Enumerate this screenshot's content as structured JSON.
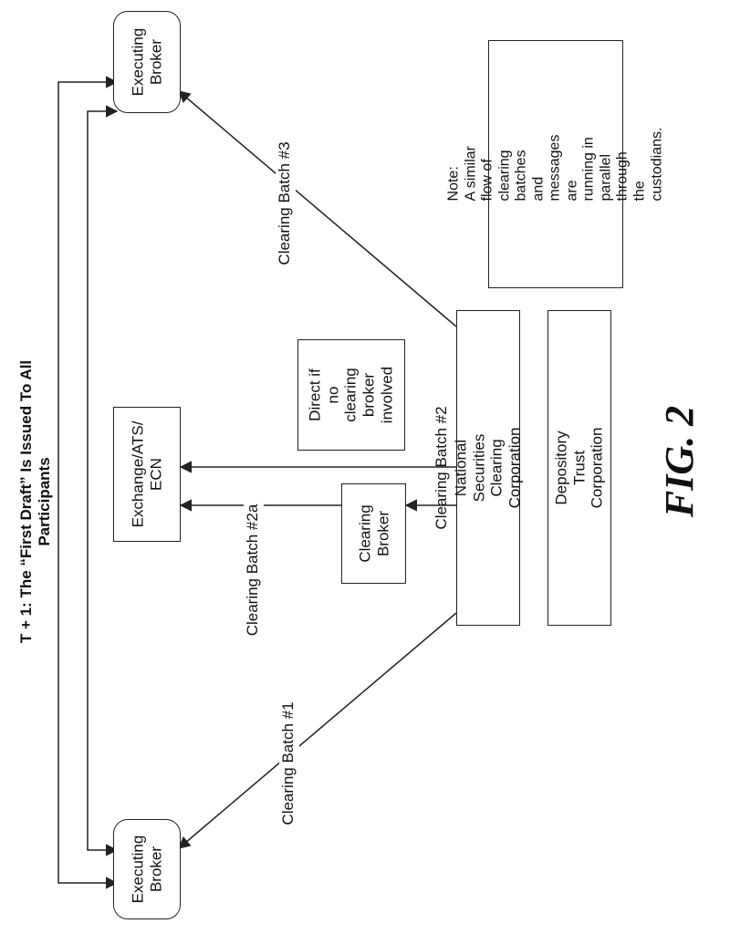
{
  "title": "T + 1: The “First Draft” Is Issued To All\nParticipants",
  "figure_label": "FIG. 2",
  "nodes": {
    "executing_broker_bottom": "Executing\nBroker",
    "executing_broker_top": "Executing\nBroker",
    "exchange": "Exchange/ATS/\nECN",
    "clearing_broker": "Clearing\nBroker",
    "nscc": "National Securities Clearing\nCorporation",
    "dtc": "Depository Trust Corporation",
    "direct_note": "Direct if no\nclearing\nbroker\ninvolved"
  },
  "edge_labels": {
    "batch1": "Clearing Batch #1",
    "batch2": "Clearing Batch #2",
    "batch2a": "Clearing Batch #2a",
    "batch3": "Clearing Batch #3"
  },
  "note": {
    "text": "Note:\nA similar flow of clearing\nbatches and messages are\nrunning in parallel through\nthe custodians."
  }
}
